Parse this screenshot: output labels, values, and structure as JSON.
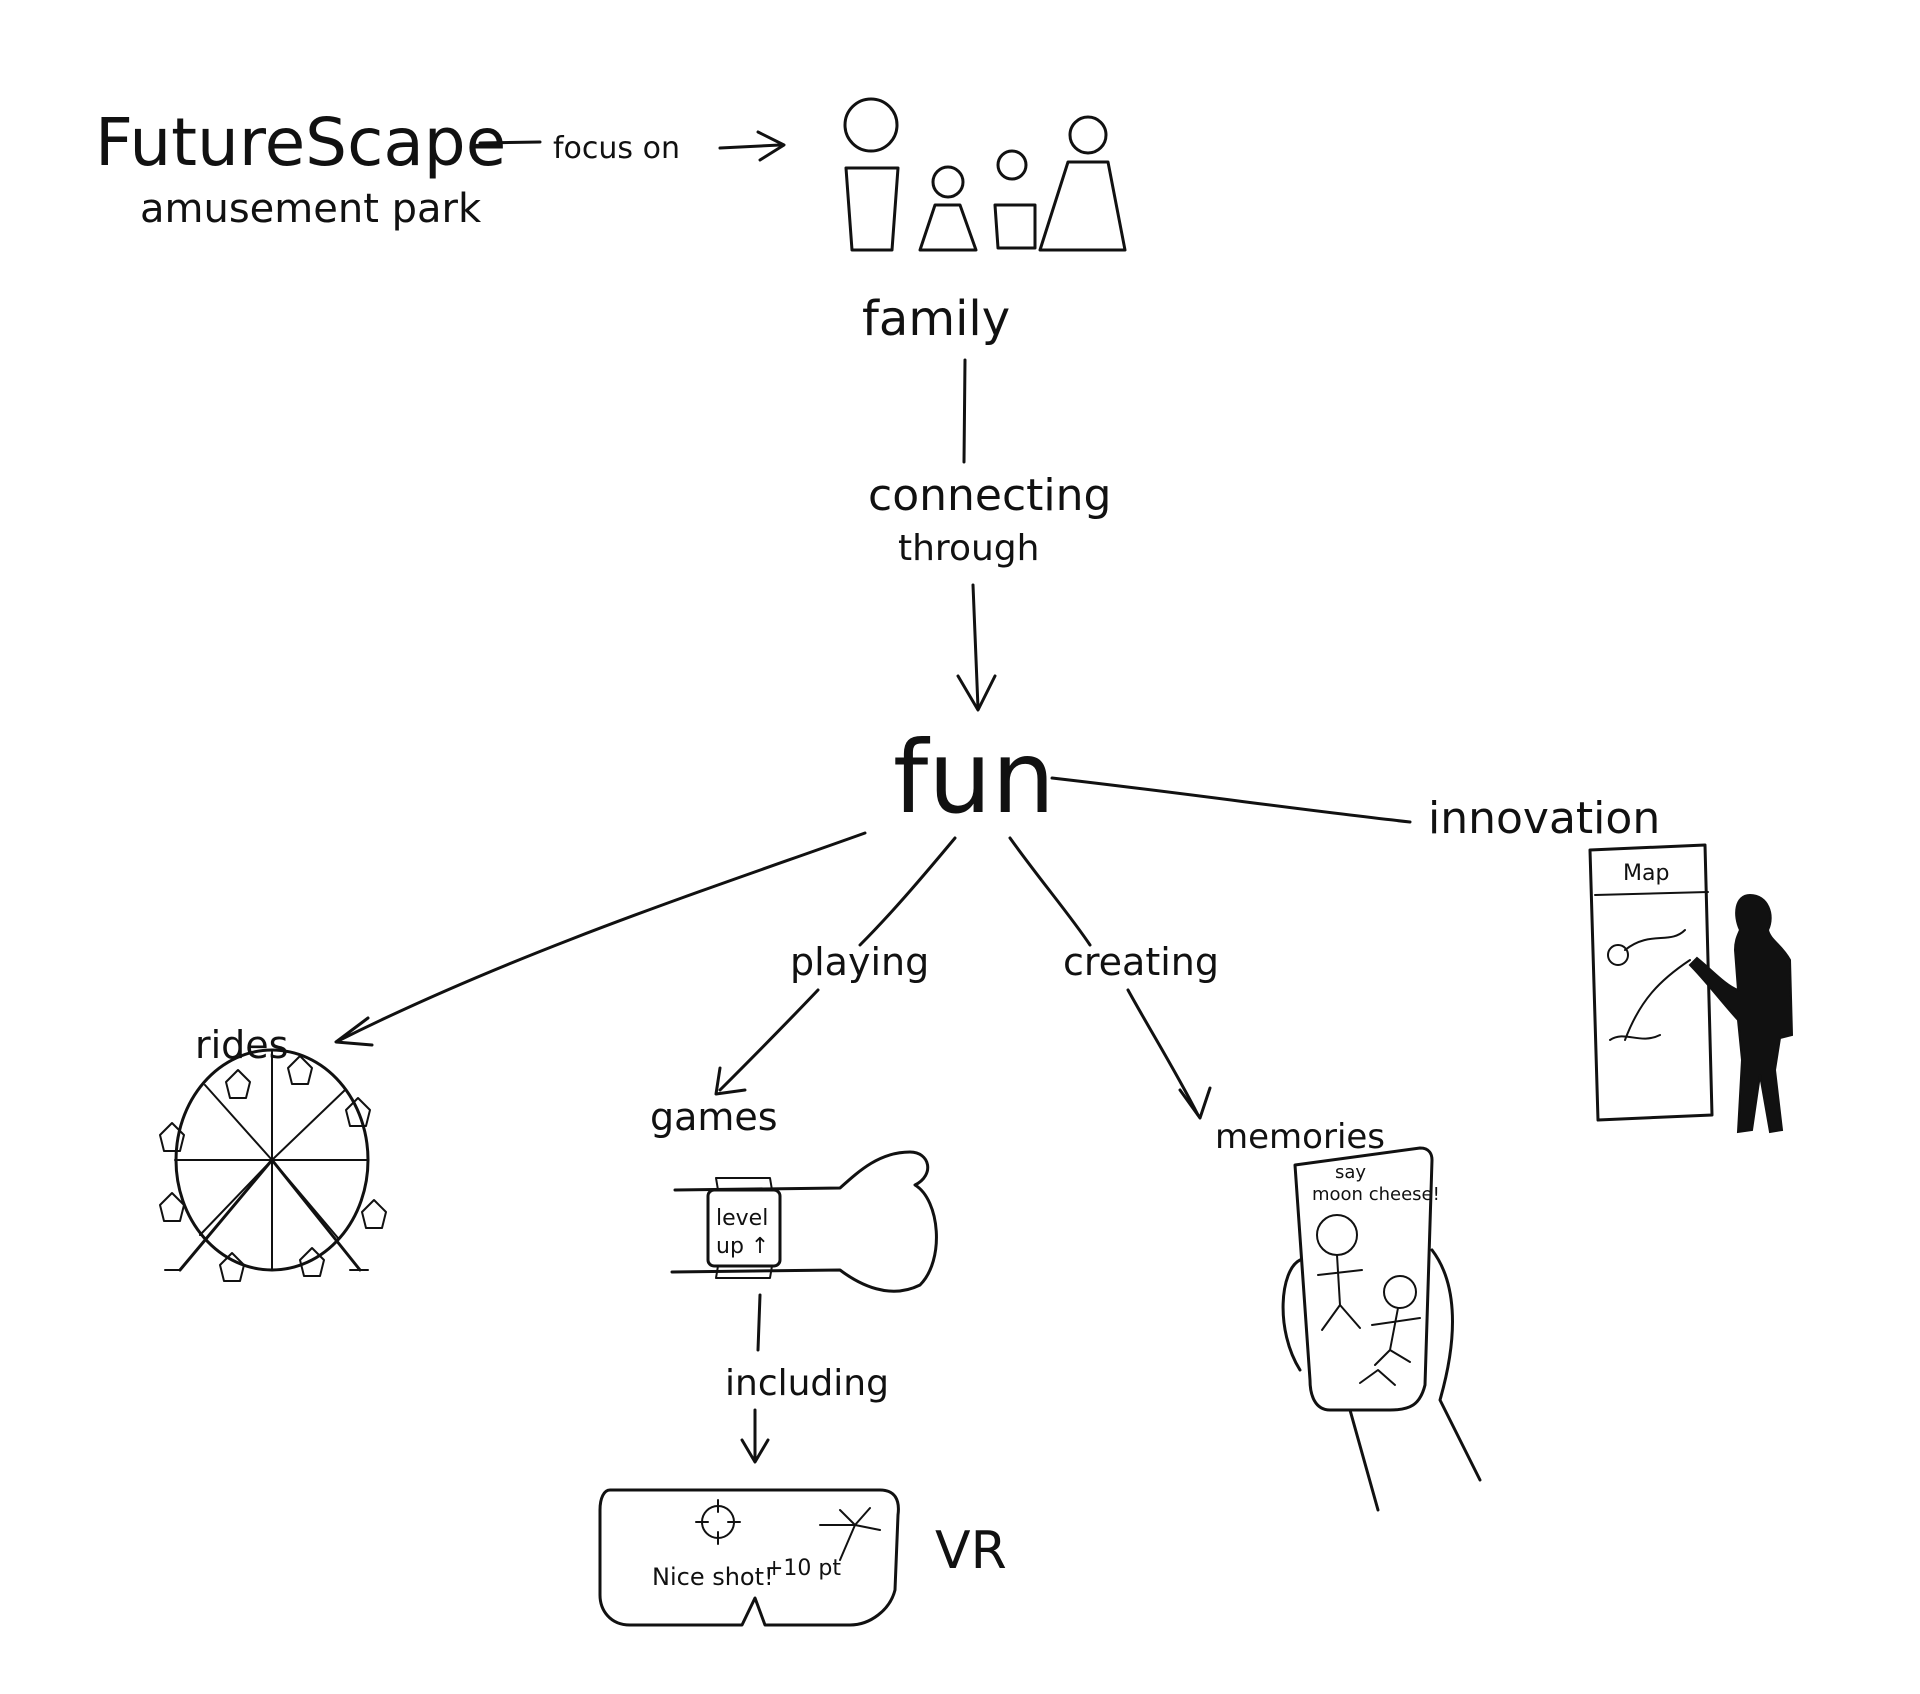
{
  "title": {
    "line1": "FutureScape",
    "line2": "amusement park"
  },
  "edges": {
    "focus_on": "focus on",
    "connecting": "connecting",
    "through": "through",
    "playing": "playing",
    "creating": "creating",
    "including": "including"
  },
  "nodes": {
    "family": "family",
    "fun": "fun",
    "rides": "rides",
    "games": "games",
    "memories": "memories",
    "innovation": "innovation",
    "vr": "VR"
  },
  "sketches": {
    "watch_screen_line1": "level",
    "watch_screen_line2": "up ↑",
    "phone_caption_line1": "say",
    "phone_caption_line2": "moon cheese!",
    "vr_message": "Nice shot!",
    "vr_points": "+10 pt",
    "kiosk_label": "Map"
  },
  "icons": {
    "family": "family-figures-icon",
    "rides": "ferris-wheel-icon",
    "games": "smartwatch-on-wrist-icon",
    "memories": "phone-in-hand-icon",
    "innovation": "map-kiosk-with-person-icon",
    "vr": "vr-headset-icon"
  }
}
